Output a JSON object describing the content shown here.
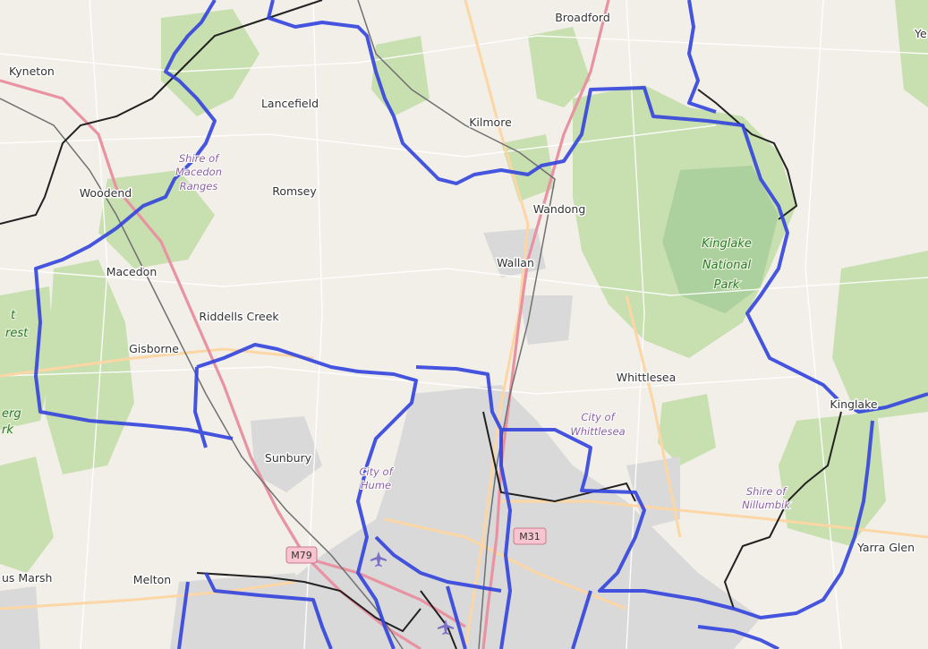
{
  "map": {
    "places": [
      {
        "id": "broadford",
        "label": "Broadford"
      },
      {
        "id": "ye",
        "label": "Ye"
      },
      {
        "id": "kyneton",
        "label": "Kyneton"
      },
      {
        "id": "lancefield",
        "label": "Lancefield"
      },
      {
        "id": "kilmore",
        "label": "Kilmore"
      },
      {
        "id": "woodend",
        "label": "Woodend"
      },
      {
        "id": "romsey",
        "label": "Romsey"
      },
      {
        "id": "wandong",
        "label": "Wandong"
      },
      {
        "id": "wallan",
        "label": "Wallan"
      },
      {
        "id": "macedon",
        "label": "Macedon"
      },
      {
        "id": "riddells-creek",
        "label": "Riddells Creek"
      },
      {
        "id": "gisborne",
        "label": "Gisborne"
      },
      {
        "id": "whittlesea",
        "label": "Whittlesea"
      },
      {
        "id": "kinglake",
        "label": "Kinglake"
      },
      {
        "id": "sunbury",
        "label": "Sunbury"
      },
      {
        "id": "yarra-glen",
        "label": "Yarra Glen"
      },
      {
        "id": "bacchus-marsh",
        "label": "us Marsh"
      },
      {
        "id": "melton",
        "label": "Melton"
      }
    ],
    "parks": {
      "kinglake": [
        "Kinglake",
        "National",
        "Park"
      ],
      "forest_fragment": [
        "t",
        "rest"
      ],
      "west_fragment": [
        "erg",
        "rk"
      ]
    },
    "lga_labels": {
      "macedon_ranges": [
        "Shire of",
        "Macedon",
        "Ranges"
      ],
      "whittlesea": [
        "City of",
        "Whittlesea"
      ],
      "hume": [
        "City of",
        "Hume"
      ],
      "nillumbik": [
        "Shire of",
        "Nillumbik"
      ]
    },
    "road_shields": [
      {
        "id": "m79",
        "label": "M79"
      },
      {
        "id": "m31",
        "label": "M31"
      }
    ],
    "colors": {
      "background": "#f2efe9",
      "forest": "#c8dfb0",
      "forest_dark": "#add19e",
      "urban": "#d9d9d9",
      "boundary_blue": "#3344dd",
      "boundary_black": "#222222",
      "motorway": "#e892a2",
      "primary_road": "#fcd6a4",
      "rail": "#707070"
    },
    "icons": [
      "airport-icon",
      "airport-icon"
    ]
  }
}
